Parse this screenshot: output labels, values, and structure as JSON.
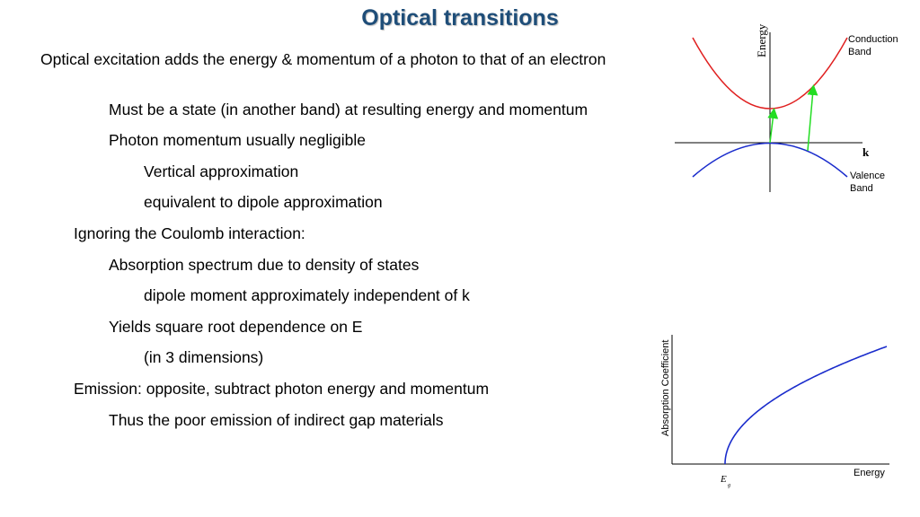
{
  "slide": {
    "title": "Optical transitions",
    "lines": [
      "Optical excitation adds the energy & momentum of a photon to that of an electron",
      "Must be a state (in another band) at resulting energy and momentum",
      "Photon momentum usually negligible",
      "Vertical approximation",
      "equivalent to dipole approximation",
      "Ignoring the Coulomb interaction:",
      "Absorption spectrum due to density of states",
      "dipole moment approximately independent of k",
      "Yields square root dependence on E",
      "(in 3 dimensions)",
      "Emission: opposite, subtract photon energy and momentum",
      "Thus the poor emission of indirect gap materials"
    ]
  },
  "band_diagram": {
    "y_axis_label": "Energy",
    "x_axis_label": "k",
    "conduction_label_1": "Conduction",
    "conduction_label_2": "Band",
    "valence_label_1": "Valence",
    "valence_label_2": "Band",
    "colors": {
      "conduction": "#e02020",
      "valence": "#1a2ccc",
      "transition": "#22dd22"
    }
  },
  "absorption_plot": {
    "y_axis_label": "Absorption Coefficient",
    "x_axis_label": "Energy",
    "gap_label": "E",
    "gap_subscript": "g",
    "curve_color": "#1a2ccc"
  }
}
